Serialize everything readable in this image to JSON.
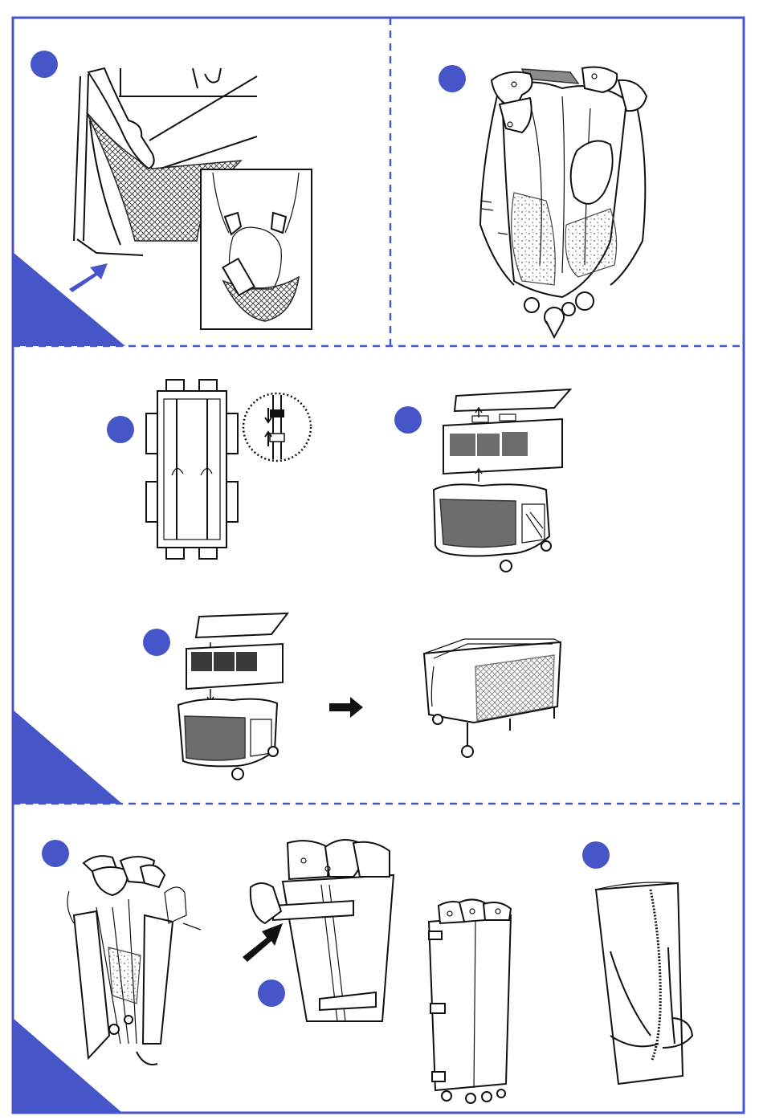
{
  "colors": {
    "accent": "#4656c8",
    "border": "#4656c8",
    "ink": "#111111",
    "panel_gray": "#6d6d6d",
    "background": "#ffffff"
  },
  "icons": {
    "step_marker": "filled-circle",
    "direction_arrow": "arrow-right",
    "corner_marker": "triangle-corner"
  },
  "sections": [
    {
      "id": "top",
      "steps": [
        "release-mattress-straps",
        "lift-center-folded"
      ]
    },
    {
      "id": "middle",
      "steps": [
        "base-pole-connection",
        "remove-bassinet",
        "install-bassinet",
        "assembled-cot"
      ]
    },
    {
      "id": "bottom",
      "steps": [
        "fold-cot",
        "wrap-strap",
        "strapped-bundle",
        "carry-bag"
      ]
    }
  ]
}
